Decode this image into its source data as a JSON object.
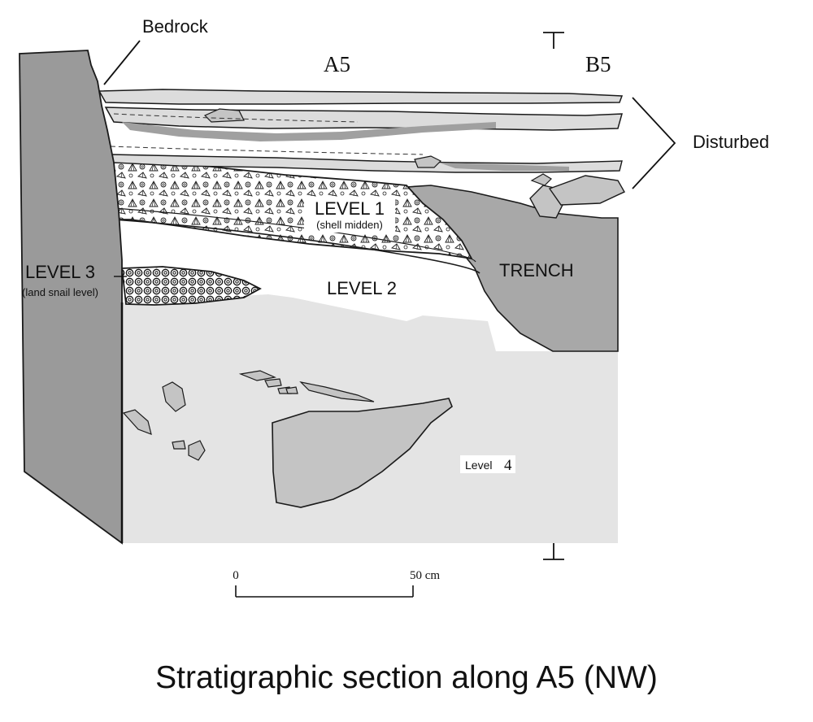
{
  "labels": {
    "bedrock": "Bedrock",
    "grid_a5": "A5",
    "grid_b5": "B5",
    "disturbed": "Disturbed",
    "level1": "LEVEL 1",
    "level1_sub": "(shell midden)",
    "level2": "LEVEL 2",
    "level3": "LEVEL 3",
    "level3_sub": "(land snail level)",
    "trench": "TRENCH",
    "level4_word": "Level",
    "level4_num": "4"
  },
  "scale_bar": {
    "start_label": "0",
    "end_label": "50 cm"
  },
  "caption": "Stratigraphic section along A5 (NW)",
  "colors": {
    "bedrock": "#9a9a9a",
    "level4": "#e4e4e4",
    "trench": "#a8a8a8",
    "disturbed_light": "#dcdcdc",
    "disturbed_dark": "#a0a0a0",
    "rock": "#c4c4c4",
    "outline": "#1a1a1a"
  }
}
